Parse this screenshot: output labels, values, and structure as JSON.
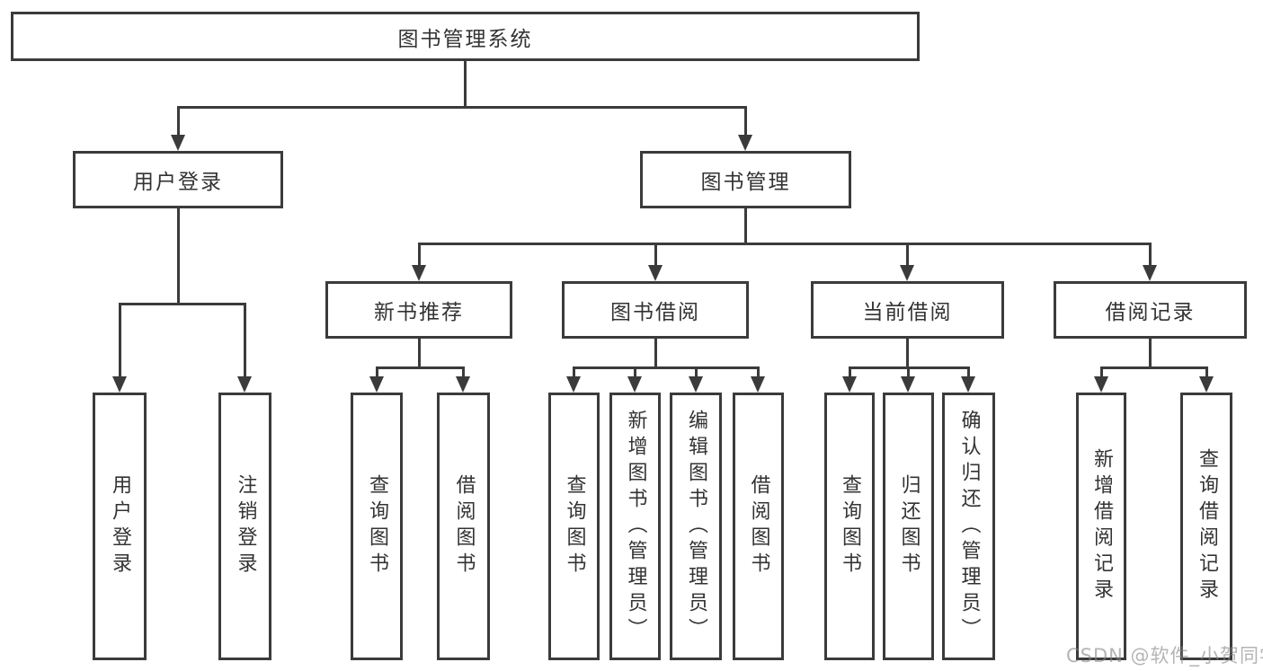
{
  "colors": {
    "line": "#3b3b3b",
    "text": "#333333",
    "box_background": "#ffffff",
    "watermark_gray": "#b0b0b0"
  },
  "tree": {
    "root": {
      "label": "图书管理系统"
    },
    "branches": [
      {
        "label": "用户登录",
        "children": [
          {
            "label": "用户登录"
          },
          {
            "label": "注销登录"
          }
        ]
      },
      {
        "label": "图书管理",
        "children": [
          {
            "label": "新书推荐",
            "children": [
              {
                "label": "查询图书"
              },
              {
                "label": "借阅图书"
              }
            ]
          },
          {
            "label": "图书借阅",
            "children": [
              {
                "label": "查询图书"
              },
              {
                "label": "新增图书（管理员）"
              },
              {
                "label": "编辑图书（管理员）"
              },
              {
                "label": "借阅图书"
              }
            ]
          },
          {
            "label": "当前借阅",
            "children": [
              {
                "label": "查询图书"
              },
              {
                "label": "归还图书"
              },
              {
                "label": "确认归还（管理员）"
              }
            ]
          },
          {
            "label": "借阅记录",
            "children": [
              {
                "label": "新增借阅记录"
              },
              {
                "label": "查询借阅记录"
              }
            ]
          }
        ]
      }
    ]
  },
  "watermark": {
    "text": "CSDN @软件_小贺同学"
  }
}
